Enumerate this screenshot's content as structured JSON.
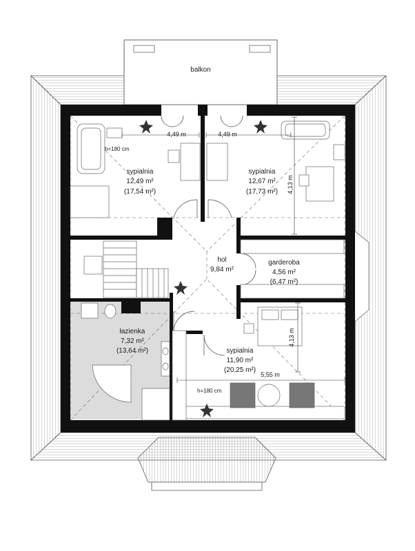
{
  "balcony": {
    "label": "balkon"
  },
  "rooms": {
    "bedroom_nw": {
      "name": "sypialnia",
      "area": "12,49 m²",
      "area_gross": "(17,54 m²)"
    },
    "bedroom_ne": {
      "name": "sypialnia",
      "area": "12,67 m²",
      "area_gross": "(17,73 m²)"
    },
    "hall": {
      "name": "hol",
      "area": "9,84 m²"
    },
    "wardrobe": {
      "name": "garderoba",
      "area": "4,56 m²",
      "area_gross": "(6,47 m²)"
    },
    "bathroom": {
      "name": "łazienka",
      "area": "7,32 m²",
      "area_gross": "(13,64 m²)"
    },
    "bedroom_s": {
      "name": "sypialnia",
      "area": "11,90 m²",
      "area_gross": "(20,25 m²)"
    }
  },
  "dimensions": {
    "nw_width": "4,49 m",
    "ne_width": "4,49 m",
    "ne_depth": "4,13 m",
    "s_depth": "4,13 m",
    "s_width": "5,55 m"
  },
  "notes": {
    "h180_nw": "h=180 cm",
    "h180_s": "h=180 cm"
  },
  "colors": {
    "wall": "#111111",
    "roof": "#f7f7f7",
    "bathroom_floor": "#dcdcdc",
    "furniture": "#777777",
    "plant": "#333333"
  }
}
